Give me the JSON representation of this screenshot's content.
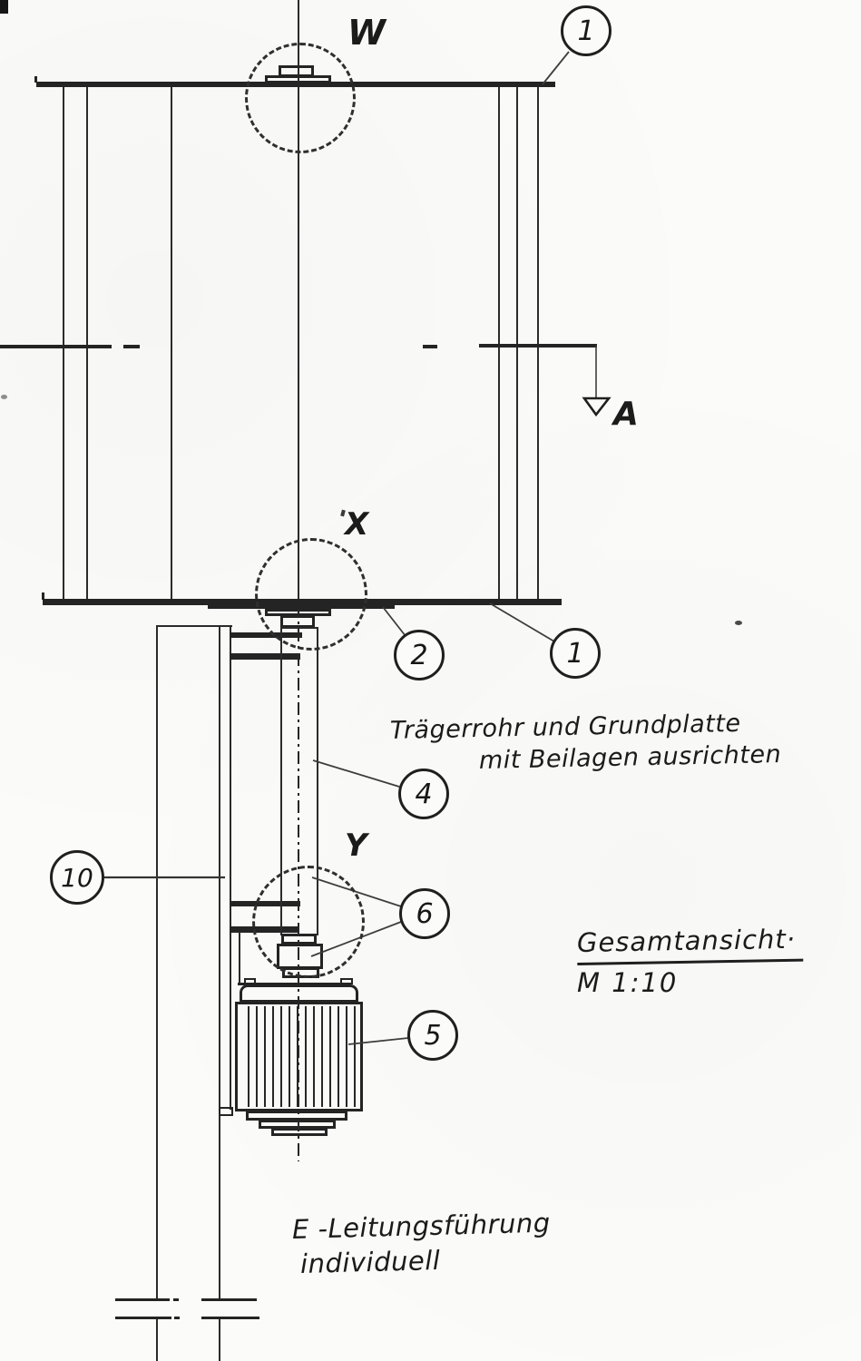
{
  "drawing": {
    "paper_color": "#fbfbf9",
    "ink_color": "#242424",
    "detail_markers": {
      "w": "W",
      "x": "X",
      "y": "Y"
    },
    "section": {
      "label": "A"
    },
    "balloons": {
      "top_end_plate": "1",
      "bottom_end_plate": "1",
      "base_plate": "2",
      "support_tube": "4",
      "motor": "5",
      "coupling": "6",
      "column": "10"
    },
    "notes": {
      "alignment_line1": "Trägerrohr und Grundplatte",
      "alignment_line2": "mit Beilagen ausrichten",
      "cable_line1": "E -Leitungsführung",
      "cable_line2": "individuell"
    },
    "title_block": {
      "title": "Gesamtansicht·",
      "scale": "M 1:10"
    }
  }
}
